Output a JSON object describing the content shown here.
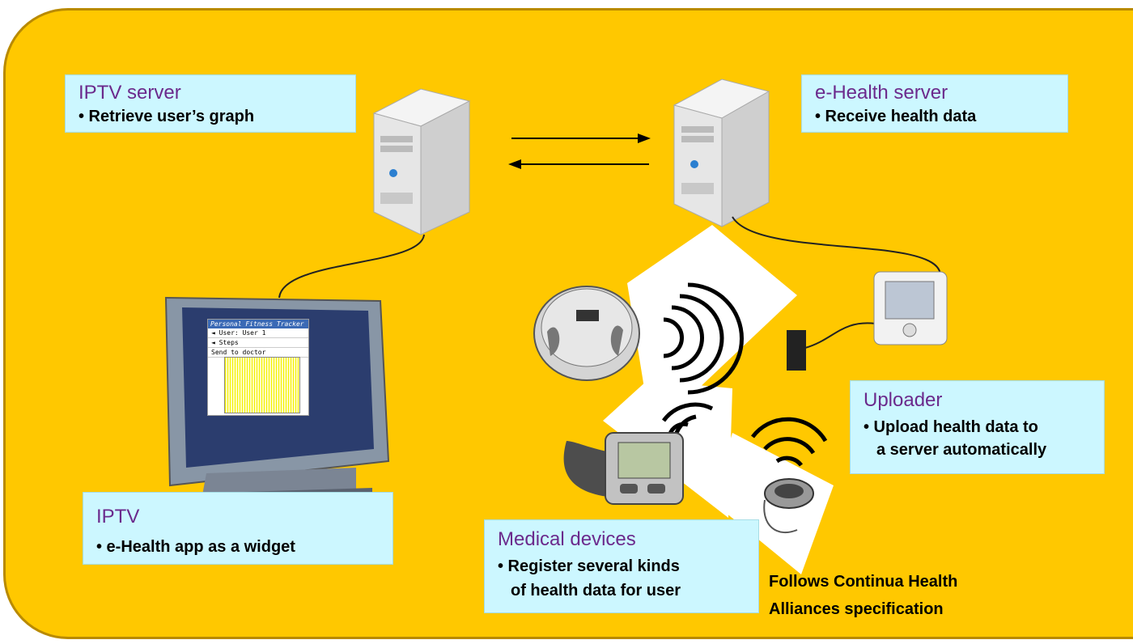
{
  "iptv_server": {
    "title": "IPTV server",
    "bullet1": "• Retrieve user’s graph"
  },
  "ehealth_server": {
    "title": "e-Health server",
    "bullet1": "• Receive health data"
  },
  "iptv": {
    "title": "IPTV",
    "bullet1": "• e-Health app as a widget"
  },
  "uploader": {
    "title": "Uploader",
    "bullet1": "• Upload health data to",
    "bullet2": "a server automatically"
  },
  "medical_devices": {
    "title": "Medical devices",
    "bullet1": "• Register several kinds",
    "bullet2": "of health data for user"
  },
  "note": {
    "line1": "Follows Continua Health",
    "line2": "Alliances specification"
  },
  "tv_screen": {
    "header": "Personal Fitness Tracker",
    "row1": "◄ User: User 1",
    "row2": "◄ Steps",
    "row3": "Send to doctor"
  },
  "colors": {
    "background": "#ffc800",
    "box": "#ccf7ff",
    "title": "#6b2a8c",
    "border": "#b98a00"
  }
}
